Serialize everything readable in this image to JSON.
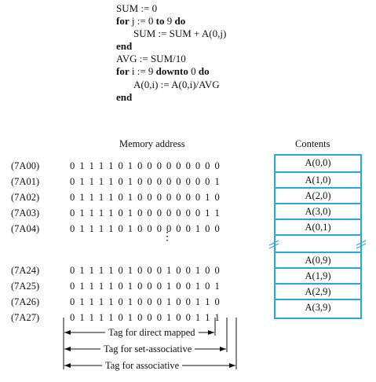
{
  "code": {
    "lines": [
      {
        "indent": 0,
        "parts": [
          {
            "t": "SUM := 0",
            "b": false
          }
        ]
      },
      {
        "indent": 0,
        "parts": [
          {
            "t": "for",
            "b": true
          },
          {
            "t": " j := 0 ",
            "b": false
          },
          {
            "t": "to",
            "b": true
          },
          {
            "t": " 9 ",
            "b": false
          },
          {
            "t": "do",
            "b": true
          }
        ]
      },
      {
        "indent": 1,
        "parts": [
          {
            "t": "SUM := SUM + A(0,j)",
            "b": false
          }
        ]
      },
      {
        "indent": 0,
        "parts": [
          {
            "t": "end",
            "b": true
          }
        ]
      },
      {
        "indent": 0,
        "parts": [
          {
            "t": "AVG := SUM/10",
            "b": false
          }
        ]
      },
      {
        "indent": 0,
        "parts": [
          {
            "t": "for",
            "b": true
          },
          {
            "t": " i := 9 ",
            "b": false
          },
          {
            "t": "downto",
            "b": true
          },
          {
            "t": " 0 ",
            "b": false
          },
          {
            "t": "do",
            "b": true
          }
        ]
      },
      {
        "indent": 1,
        "parts": [
          {
            "t": "A(0,i) := A(0,i)/AVG",
            "b": false
          }
        ]
      },
      {
        "indent": 0,
        "parts": [
          {
            "t": "end",
            "b": true
          }
        ]
      }
    ]
  },
  "headers": {
    "memory_address": "Memory address",
    "contents": "Contents"
  },
  "rows_top": [
    {
      "addr": "(7A00)",
      "bits": "0111101000000000",
      "content": "A(0,0)"
    },
    {
      "addr": "(7A01)",
      "bits": "0111101000000001",
      "content": "A(1,0)"
    },
    {
      "addr": "(7A02)",
      "bits": "0111101000000010",
      "content": "A(2,0)"
    },
    {
      "addr": "(7A03)",
      "bits": "0111101000000011",
      "content": "A(3,0)"
    },
    {
      "addr": "(7A04)",
      "bits": "0111101000000100",
      "content": "A(0,1)"
    }
  ],
  "rows_bottom": [
    {
      "addr": "(7A24)",
      "bits": "0111101000100100",
      "content": "A(0,9)"
    },
    {
      "addr": "(7A25)",
      "bits": "0111101000100101",
      "content": "A(1,9)"
    },
    {
      "addr": "(7A26)",
      "bits": "0111101000100110",
      "content": "A(2,9)"
    },
    {
      "addr": "(7A27)",
      "bits": "0111101000100111",
      "content": "A(3,9)"
    }
  ],
  "ellipsis": "⋮",
  "tags": {
    "direct_mapped": "Tag for direct mapped",
    "set_associative": "Tag for set-associative",
    "associative": "Tag for associative"
  },
  "colors": {
    "accent": "#2aa7d9"
  }
}
